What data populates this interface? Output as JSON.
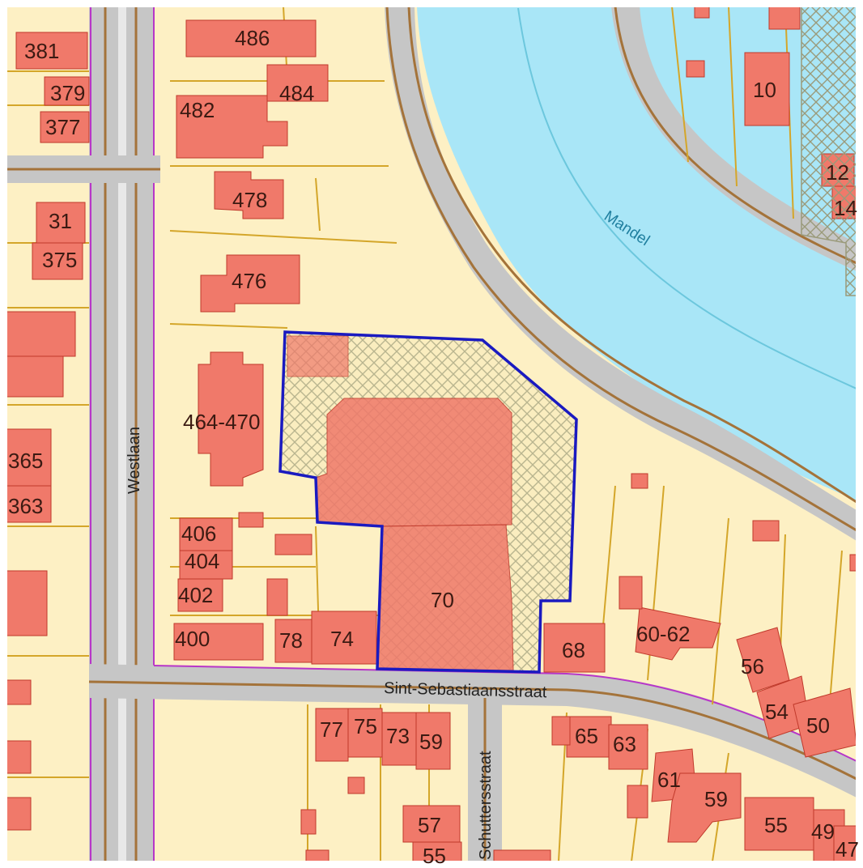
{
  "map": {
    "streets": {
      "westlaan": "Westlaan",
      "sint_sebastiaansstraat": "Sint-Sebastiaansstraat",
      "schuttersstraat": "Schuttersstraat"
    },
    "water": {
      "mandel": "Mandel"
    },
    "house_numbers": {
      "n381": "381",
      "n379": "379",
      "n377": "377",
      "n486": "486",
      "n484": "484",
      "n482": "482",
      "n478": "478",
      "n476": "476",
      "n464_470": "464-470",
      "n31": "31",
      "n375": "375",
      "n365": "365",
      "n363": "363",
      "n10": "10",
      "n12": "12",
      "n14": "14",
      "n406": "406",
      "n404": "404",
      "n402": "402",
      "n400": "400",
      "n78": "78",
      "n74": "74",
      "n70": "70",
      "n68": "68",
      "n60_62": "60-62",
      "n56": "56",
      "n54": "54",
      "n50": "50",
      "n77": "77",
      "n75": "75",
      "n73": "73",
      "n59a": "59",
      "n65": "65",
      "n63": "63",
      "n61": "61",
      "n59b": "59",
      "n57": "57",
      "n55a": "55",
      "n55b": "55",
      "n49": "49",
      "n47": "47"
    },
    "colors": {
      "parcel": "#fdf0c4",
      "building": "#f0796a",
      "building_outline": "#c0392b",
      "water": "#a9e6f7",
      "road": "#c6c6c6",
      "road_casing": "#a4733a",
      "admin_boundary": "#b836c8",
      "parcel_line": "#d4a62a",
      "highlight": "#1a1ac0"
    }
  }
}
